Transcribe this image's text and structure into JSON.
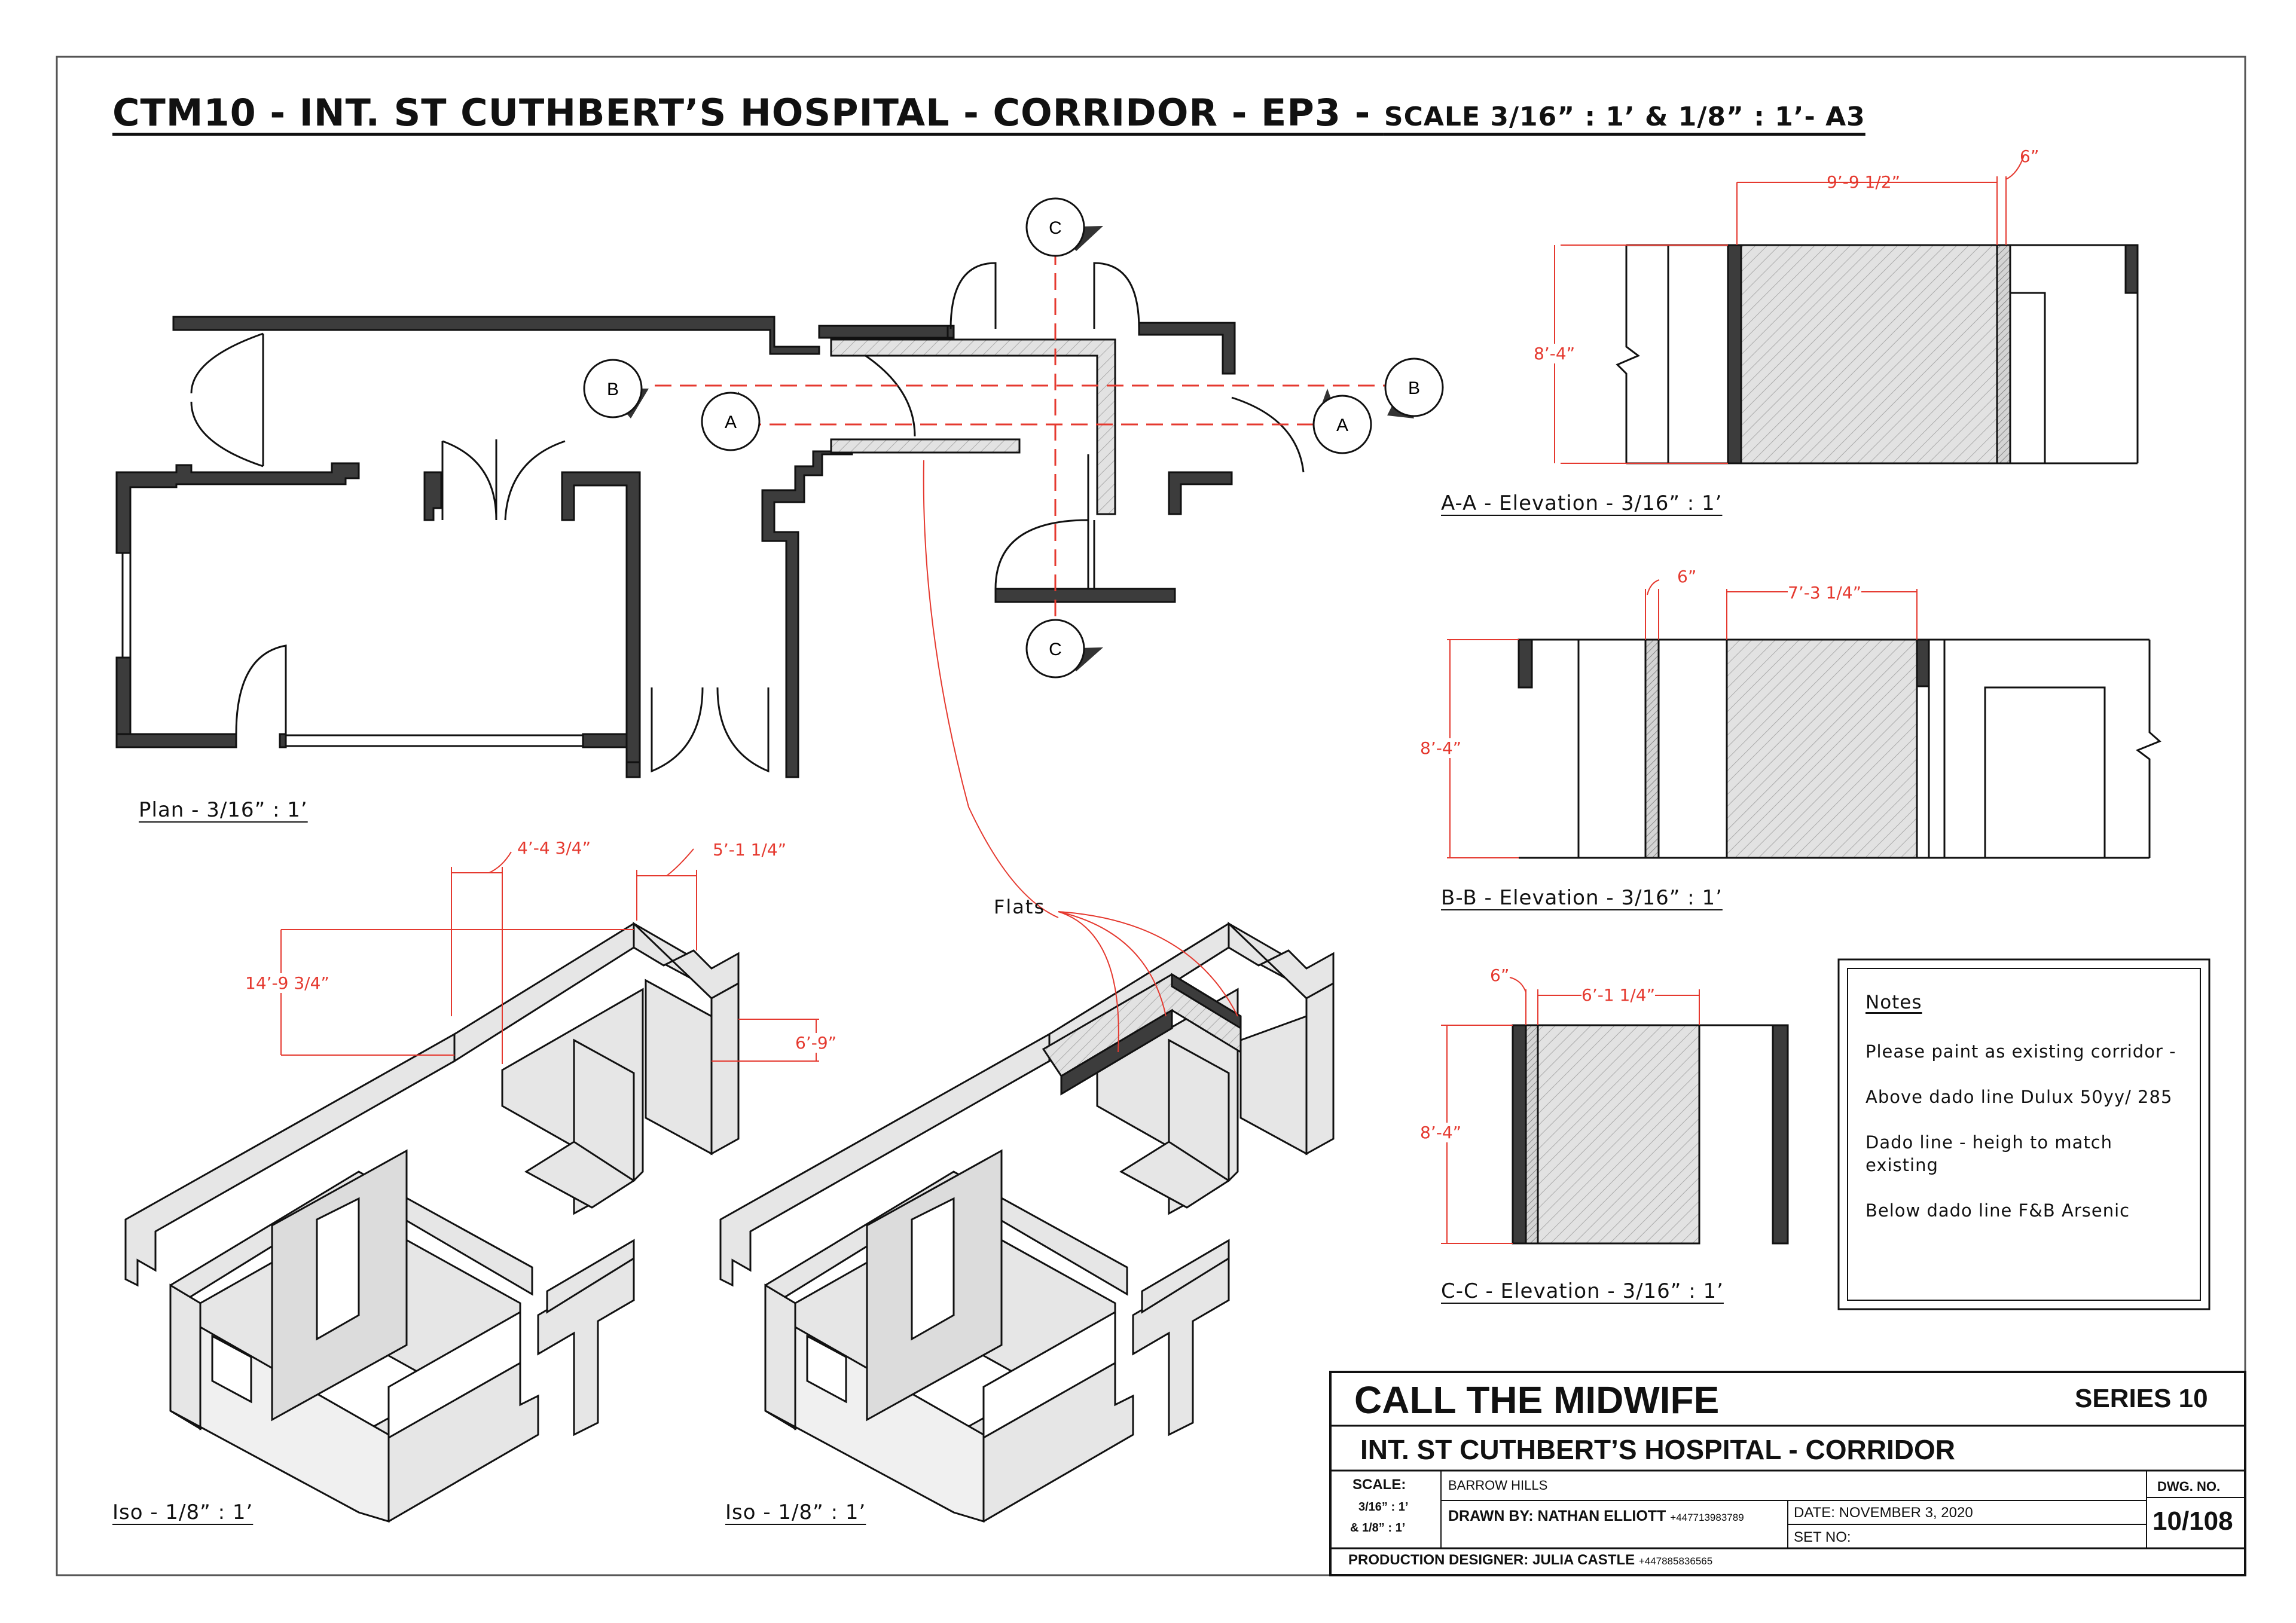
{
  "sheet_title": {
    "main": "CTM10 - INT. ST CUTHBERT’S HOSPITAL - CORRIDOR - EP3 - ",
    "scale": "SCALE 3/16” : 1’ & 1/8” : 1’- A3"
  },
  "views": {
    "plan": "Plan - 3/16” : 1’",
    "elev_aa": "A-A - Elevation - 3/16” : 1’",
    "elev_bb": "B-B - Elevation - 3/16” : 1’",
    "elev_cc": "C-C - Elevation - 3/16” : 1’",
    "iso_left": "Iso - 1/8” : 1’",
    "iso_right": "Iso - 1/8” : 1’"
  },
  "section_markers": {
    "a": "A",
    "b": "B",
    "c": "C"
  },
  "dimensions": {
    "aa_width": "9’-9 1/2”",
    "aa_thick": "6”",
    "aa_height": "8’-4”",
    "bb_thick": "6”",
    "bb_width": "7’-3 1/4”",
    "bb_height": "8’-4”",
    "cc_thick": "6”",
    "cc_width": "6’-1 1/4”",
    "cc_height": "8’-4”",
    "iso_d1": "4’-4 3/4”",
    "iso_d2": "5’-1 1/4”",
    "iso_height": "14’-9 3/4”",
    "iso_d3": "6’-9”"
  },
  "flats_label": "Flats",
  "notes": {
    "heading": "Notes",
    "items": [
      "Please paint as existing corridor -",
      "Above dado line Dulux 50yy/ 285",
      "Dado line - heigh to match existing",
      "Below dado line F&B Arsenic"
    ]
  },
  "title_block": {
    "show": "CALL THE MIDWIFE",
    "series": "SERIES 10",
    "set_name": "INT. ST CUTHBERT’S HOSPITAL - CORRIDOR",
    "scale_label": "SCALE:",
    "scale_line1": "3/16” : 1’",
    "scale_line2": "& 1/8” : 1’",
    "location": "BARROW HILLS",
    "drawn_by": "DRAWN BY:  NATHAN ELLIOTT",
    "drawn_phone": "+447713983789",
    "date": "DATE: NOVEMBER 3, 2020",
    "set_no": "SET NO:",
    "dwg_label": "DWG. NO.",
    "dwg_no": "10/108",
    "designer": "PRODUCTION DESIGNER: JULIA CASTLE",
    "designer_phone": "+447885836565"
  },
  "colors": {
    "wall": "#3a3a3a",
    "dimension": "#e5392f",
    "iso_fill": "#e6e6e6",
    "hatch": "#9a9a9a"
  }
}
